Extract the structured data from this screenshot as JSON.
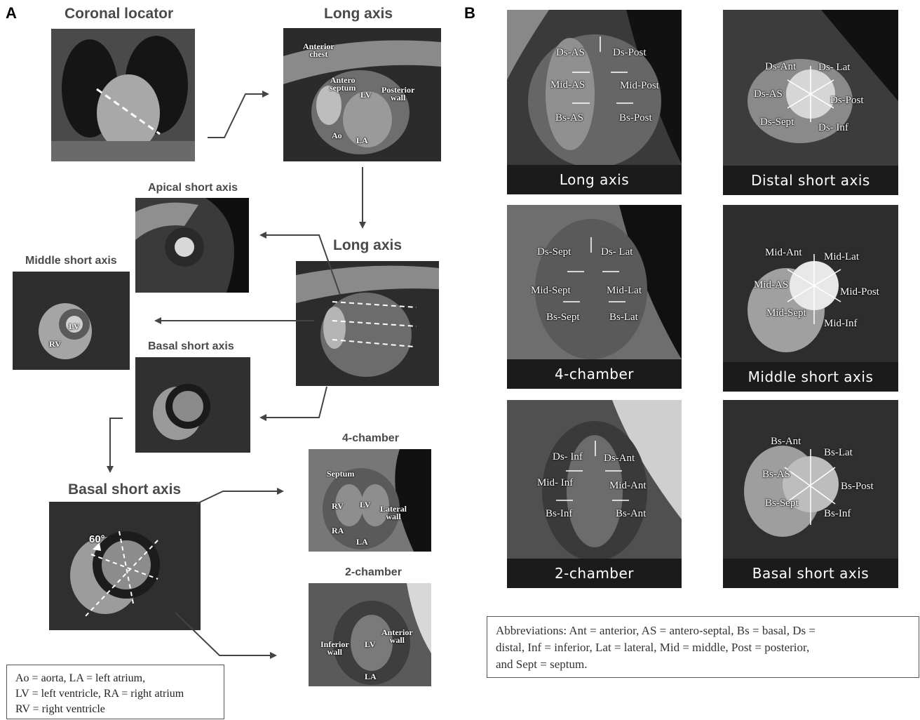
{
  "panel_a": {
    "letter": "A",
    "titles": {
      "coronal_locator": "Coronal locator",
      "long_axis_1": "Long axis",
      "long_axis_2": "Long axis",
      "apical_short_axis": "Apical short axis",
      "middle_short_axis": "Middle short axis",
      "basal_short_axis_small": "Basal short axis",
      "basal_short_axis_large": "Basal short axis",
      "four_chamber": "4-chamber",
      "two_chamber": "2-chamber"
    },
    "long_axis_labels": {
      "anterior_chest_1": "Anterior",
      "anterior_chest_2": "chest",
      "antero_septum_1": "Antero",
      "antero_septum_2": "septum",
      "lv": "LV",
      "posterior_wall_1": "Posterior",
      "posterior_wall_2": "wall",
      "ao": "Ao",
      "la": "LA"
    },
    "middle_short_labels": {
      "lv": "LV",
      "rv": "RV"
    },
    "basal_angle": "60°",
    "four_chamber_labels": {
      "septum": "Septum",
      "rv": "RV",
      "lv": "LV",
      "lateral_wall_1": "Lateral",
      "lateral_wall_2": "wall",
      "ra": "RA",
      "la": "LA"
    },
    "two_chamber_labels": {
      "inferior_wall_1": "Inferior",
      "inferior_wall_2": "wall",
      "lv": "LV",
      "anterior_wall_1": "Anterior",
      "anterior_wall_2": "wall",
      "la": "LA"
    },
    "legend": [
      "Ao = aorta, LA = left atrium,",
      "LV = left ventricle, RA = right atrium",
      "RV = right ventricle"
    ]
  },
  "panel_b": {
    "letter": "B",
    "long_axis": {
      "caption": "Long axis",
      "labels": [
        "Ds-AS",
        "Ds-Post",
        "Mid-AS",
        "Mid-Post",
        "Bs-AS",
        "Bs-Post"
      ]
    },
    "distal_short": {
      "caption": "Distal short axis",
      "labels": [
        "Ds-Ant",
        "Ds-  Lat",
        "Ds-AS",
        "Ds-Post",
        "Ds-Sept",
        "Ds- Inf"
      ]
    },
    "four_chamber": {
      "caption": "4-chamber",
      "labels": [
        "Ds-Sept",
        "Ds- Lat",
        "Mid-Sept",
        "Mid-Lat",
        "Bs-Sept",
        "Bs-Lat"
      ]
    },
    "middle_short": {
      "caption": "Middle short axis",
      "labels": [
        "Mid-Ant",
        "Mid-Lat",
        "Mid-AS",
        "Mid-Post",
        "Mid-Sept",
        "Mid-Inf"
      ]
    },
    "two_chamber": {
      "caption": "2-chamber",
      "labels": [
        "Ds- Inf",
        "Ds-Ant",
        "Mid- Inf",
        "Mid-Ant",
        "Bs-Inf",
        "Bs-Ant"
      ]
    },
    "basal_short": {
      "caption": "Basal short axis",
      "labels": [
        "Bs-Ant",
        "Bs-Lat",
        "Bs-AS",
        "Bs-Post",
        "Bs-Sept",
        "Bs-Inf"
      ]
    },
    "abbreviations": [
      "Abbreviations:  Ant = anterior, AS = antero-septal, Bs = basal, Ds =",
      "distal, Inf = inferior, Lat = lateral, Mid = middle, Post = posterior,",
      "and Sept = septum."
    ]
  }
}
